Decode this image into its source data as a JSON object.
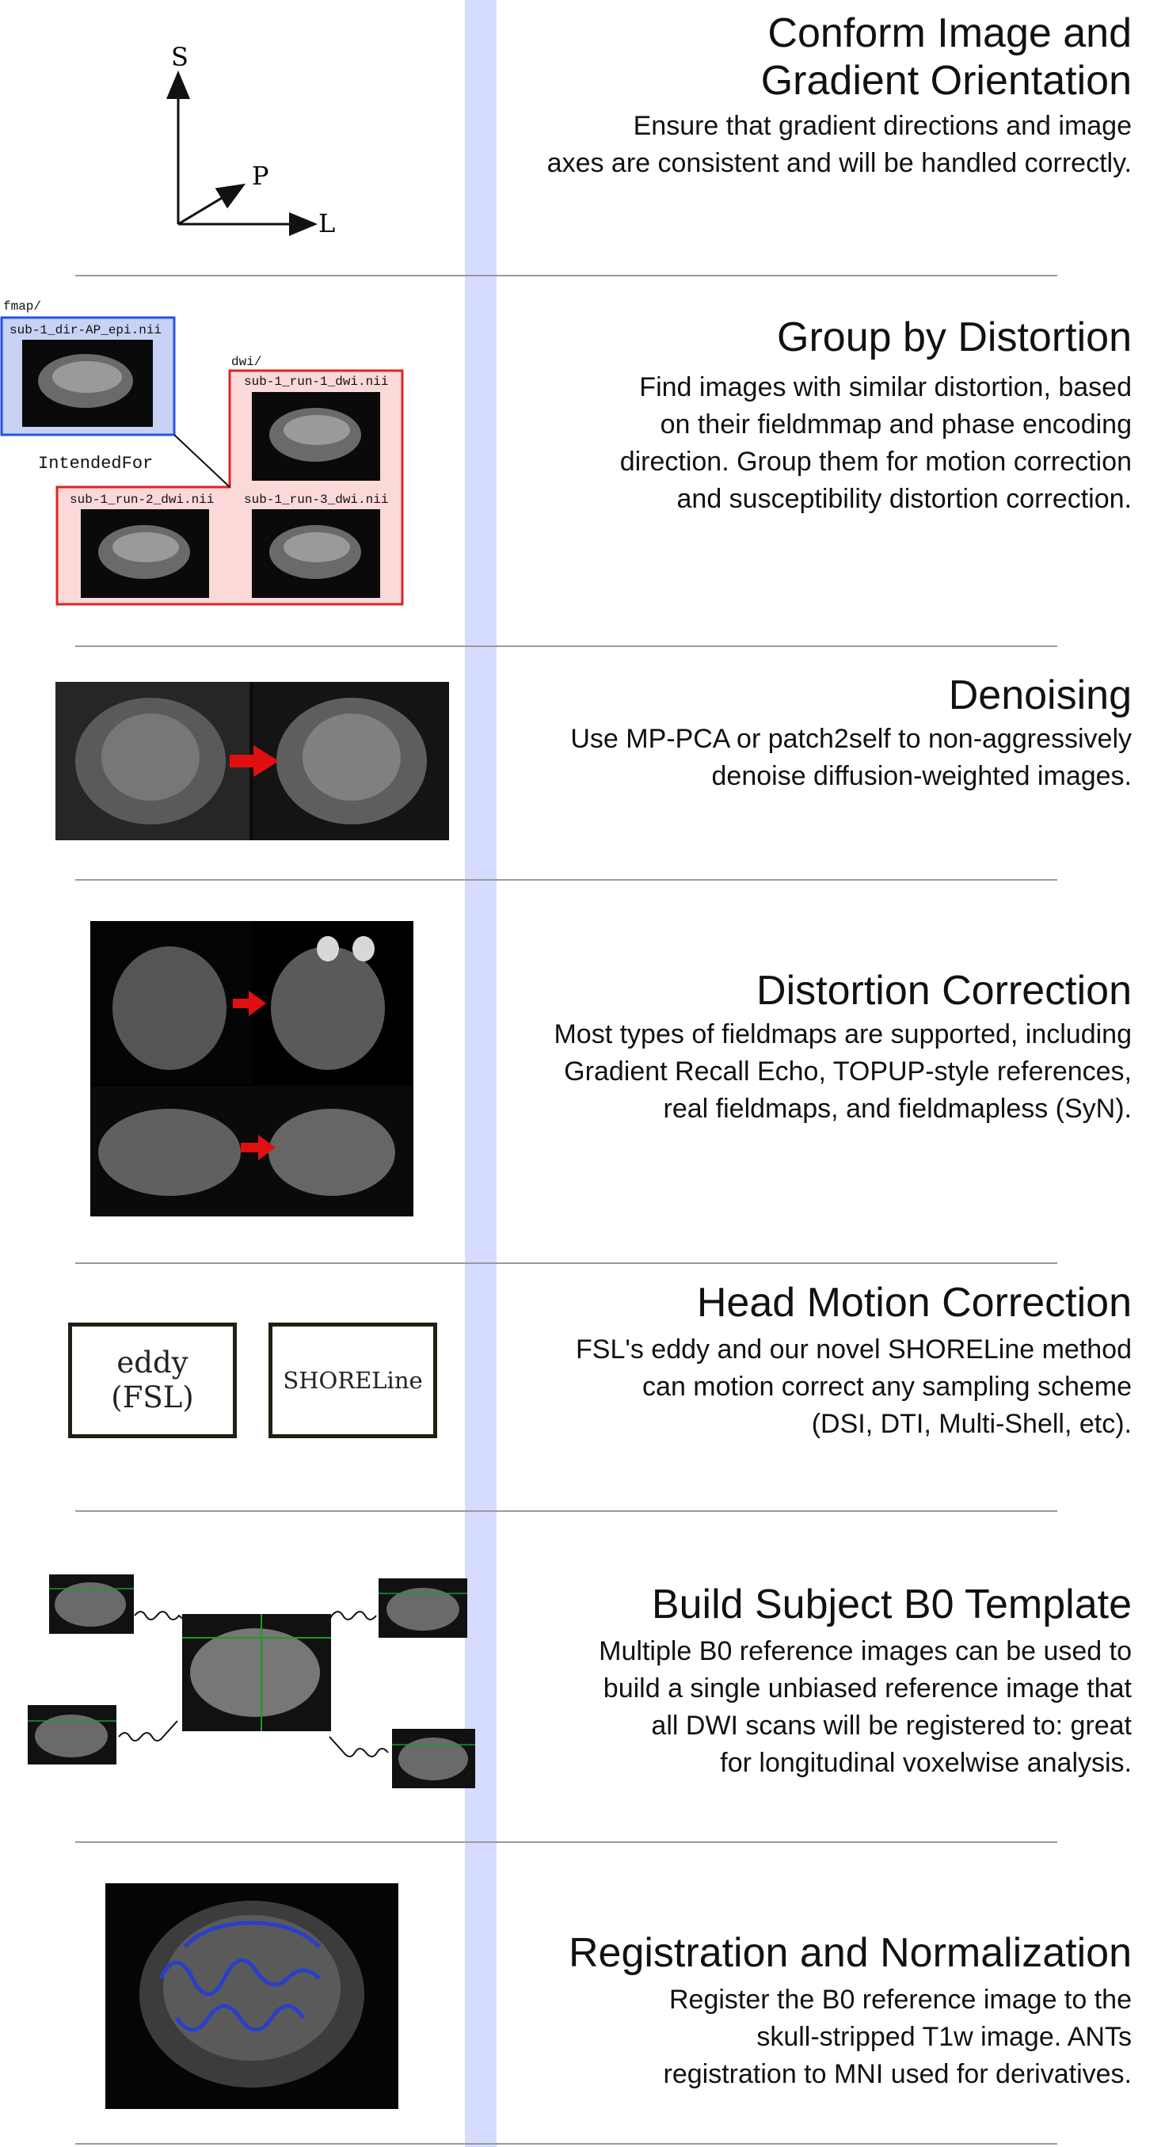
{
  "sections": [
    {
      "title_lines": [
        "Conform Image and",
        "Gradient Orientation"
      ],
      "desc_lines": [
        "Ensure that gradient directions and image",
        "axes are consistent and will be handled correctly."
      ],
      "axes": {
        "up": "S",
        "diag": "P",
        "right": "L"
      }
    },
    {
      "title_lines": [
        "Group by Distortion"
      ],
      "desc_lines": [
        "Find images with similar distortion, based",
        "on their fieldmmap and phase encoding",
        "direction. Group them for motion correction",
        "and susceptibility distortion correction."
      ],
      "fmap_dir": "fmap/",
      "dwi_dir": "dwi/",
      "fmap_file": "sub-1_dir-AP_epi.nii",
      "intended_for": "IntendedFor",
      "dwi_files": [
        "sub-1_run-1_dwi.nii",
        "sub-1_run-2_dwi.nii",
        "sub-1_run-3_dwi.nii"
      ]
    },
    {
      "title_lines": [
        "Denoising"
      ],
      "desc_lines": [
        "Use MP-PCA or patch2self to non-aggressively",
        "denoise diffusion-weighted images."
      ]
    },
    {
      "title_lines": [
        "Distortion Correction"
      ],
      "desc_lines": [
        "Most types of fieldmaps are supported, including",
        "Gradient Recall Echo, TOPUP-style references,",
        "real fieldmaps, and fieldmapless (SyN)."
      ]
    },
    {
      "title_lines": [
        "Head Motion Correction"
      ],
      "desc_lines": [
        "FSL's eddy and our novel SHORELine method",
        "can motion correct any sampling scheme",
        "(DSI, DTI, Multi-Shell, etc)."
      ],
      "box1_lines": [
        "eddy",
        "(FSL)"
      ],
      "box2_lines": [
        "SHORELine"
      ]
    },
    {
      "title_lines": [
        "Build Subject B0 Template"
      ],
      "desc_lines": [
        "Multiple B0 reference images can be used to",
        "build a single unbiased reference image that",
        "all DWI scans will be registered to: great",
        "for longitudinal voxelwise analysis."
      ]
    },
    {
      "title_lines": [
        "Registration and Normalization"
      ],
      "desc_lines": [
        "Register the B0 reference image to the",
        "skull-stripped T1w image. ANTs",
        "registration to MNI used for derivatives."
      ]
    }
  ],
  "colors": {
    "blue_box_fill": "#c8d2f5",
    "blue_box_stroke": "#2255dd",
    "red_box_fill": "#fbd9d9",
    "red_box_stroke": "#e02424",
    "arrow_red": "#e01010",
    "accent_bar": "#d6dcff"
  }
}
